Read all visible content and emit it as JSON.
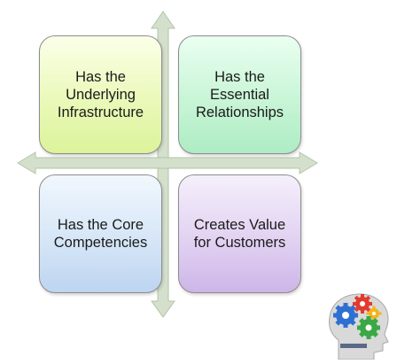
{
  "quadrants": [
    {
      "lines": [
        "Has the",
        "Underlying",
        "Infrastructure"
      ]
    },
    {
      "lines": [
        "Has the",
        "Essential",
        "Relationships"
      ]
    },
    {
      "lines": [
        "Has the Core",
        "Competencies"
      ]
    },
    {
      "lines": [
        "Creates Value",
        "for Customers"
      ]
    }
  ],
  "logo": {
    "icon": "head-with-gears-icon",
    "colors": {
      "head": "#d9d9d9",
      "gear_red": "#e23b2e",
      "gear_yellow": "#f2b51b",
      "gear_green": "#3aa845",
      "gear_blue": "#2e6fd3"
    }
  },
  "colors": {
    "axis": "#cfdcc6",
    "axis_border": "#b3c4a8"
  }
}
